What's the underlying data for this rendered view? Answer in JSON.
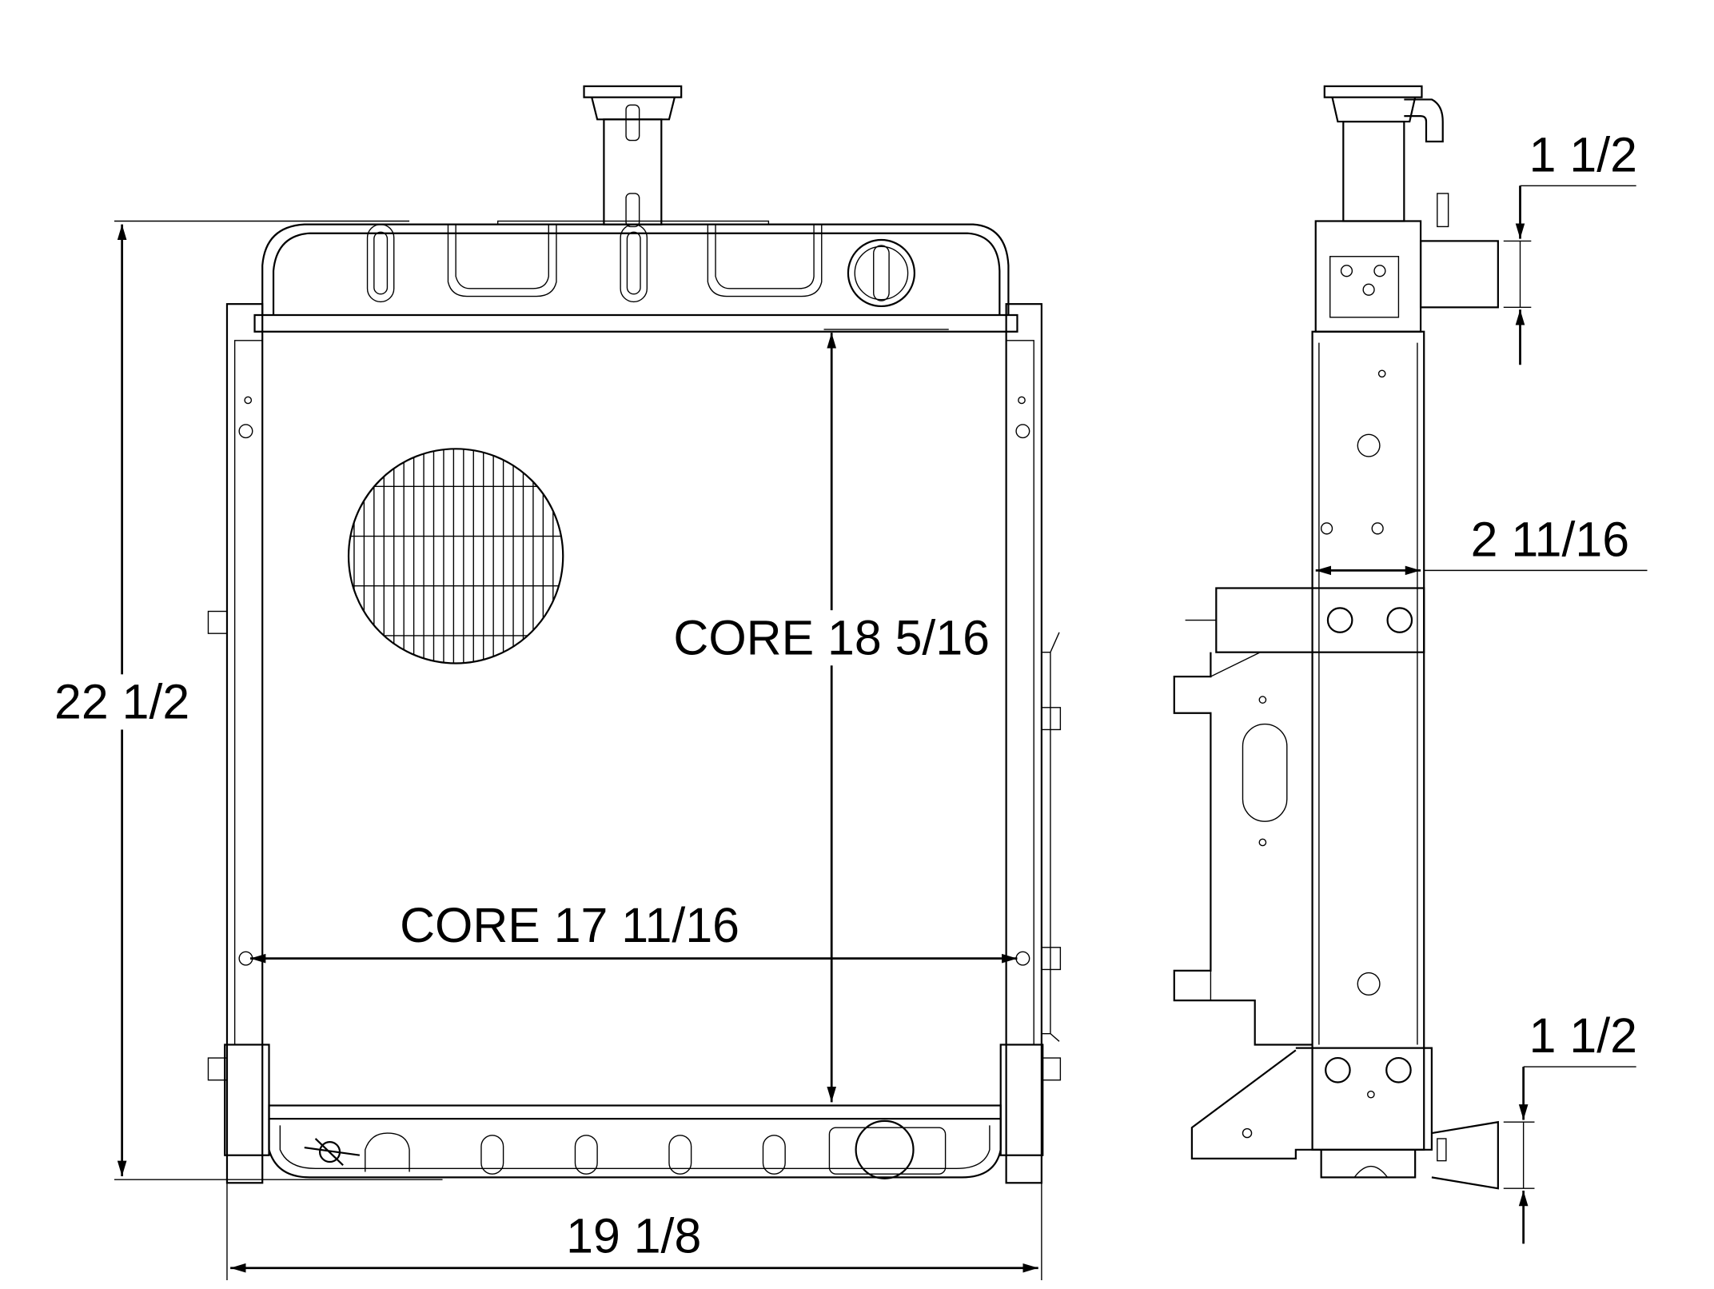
{
  "drawing": {
    "views": [
      "front-view",
      "side-view"
    ],
    "dimensions": {
      "overall_height": "22 1/2",
      "overall_width": "19 1/8",
      "core_height": "CORE 18 5/16",
      "core_width": "CORE 17 11/16",
      "depth": "2 11/16",
      "upper_hose": "1 1/2",
      "lower_hose": "1 1/2"
    },
    "line_color": "#000000",
    "background": "#ffffff"
  }
}
